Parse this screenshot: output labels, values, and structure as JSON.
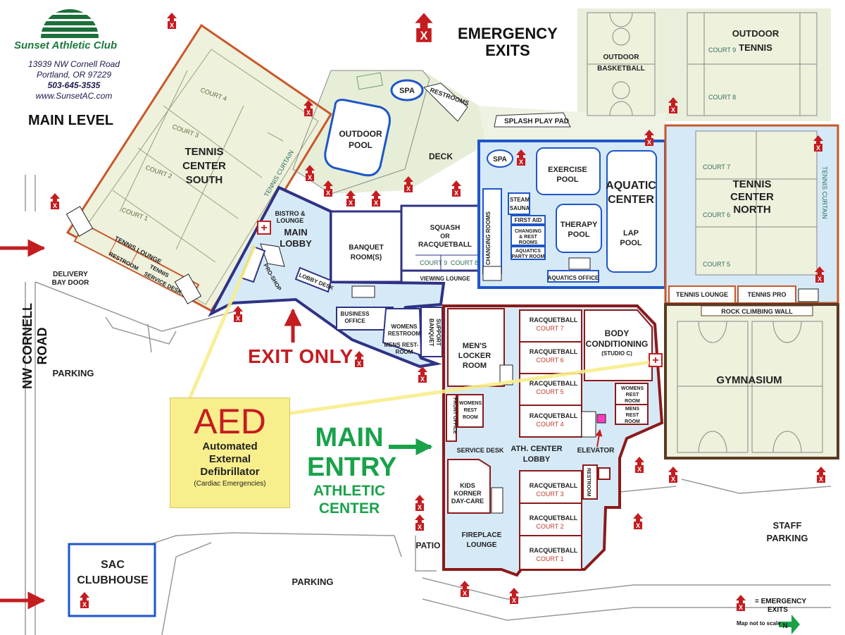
{
  "club": {
    "name": "Sunset Athletic Club",
    "address_line1": "13939 NW Cornell Road",
    "address_line2": "Portland, OR 97229",
    "phone": "503-645-3535",
    "website": "www.SunsetAC.com"
  },
  "level_title": "MAIN LEVEL",
  "legend": {
    "line1": "EMERGENCY",
    "line2": "EXITS",
    "small_line1": "= EMERGENCY",
    "small_line2": "EXITS",
    "scale_note": "Map not to scale",
    "north": "N"
  },
  "aed": {
    "title": "AED",
    "line1": "Automated",
    "line2": "External",
    "line3": "Defibrillator",
    "note": "(Cardiac Emergencies)"
  },
  "labels": {
    "road": "NW CORNELL ROAD",
    "exit_only": "EXIT ONLY",
    "main_entry_1": "MAIN",
    "main_entry_2": "ENTRY",
    "main_entry_3": "ATHLETIC",
    "main_entry_4": "CENTER",
    "delivery_1": "DELIVERY",
    "delivery_2": "BAY DOOR",
    "parking_west": "PARKING",
    "parking_south": "PARKING",
    "staff_parking_1": "STAFF",
    "staff_parking_2": "PARKING",
    "patio": "PATIO",
    "clubhouse_1": "SAC",
    "clubhouse_2": "CLUBHOUSE"
  },
  "rooms": {
    "tennis_south_1": "TENNIS",
    "tennis_south_2": "CENTER",
    "tennis_south_3": "SOUTH",
    "tennis_curtain": "TENNIS CURTAIN",
    "court1": "COURT 1",
    "court2": "COURT 2",
    "court3": "COURT 3",
    "court4": "COURT 4",
    "tennis_lounge": "TENNIS LOUNGE",
    "restroom": "RESTROOM",
    "tennis_service_1": "TENNIS",
    "tennis_service_2": "SERVICE DESK",
    "outdoor_pool_1": "OUTDOOR",
    "outdoor_pool_2": "POOL",
    "spa": "SPA",
    "restrooms": "RESTROOMS",
    "deck": "DECK",
    "splash": "SPLASH PLAY PAD",
    "bistro_1": "BISTRO &",
    "bistro_2": "LOUNGE",
    "main_lobby_1": "MAIN",
    "main_lobby_2": "LOBBY",
    "pro_shop": "PRO-SHOP",
    "lobby_desk": "LOBBY DESK",
    "banquet_1": "BANQUET",
    "banquet_2": "ROOM(S)",
    "squash_1": "SQUASH",
    "squash_2": "OR",
    "squash_3": "RACQUETBALL",
    "court9": "COURT 9",
    "court8": "COURT 8",
    "viewing_lounge": "VIEWING LOUNGE",
    "business_1": "BUSINESS",
    "business_2": "OFFICE",
    "womens_restroom_1": "WOMENS",
    "womens_restroom_2": "RESTROOM",
    "mens_rest_1": "MENS REST-",
    "mens_rest_2": "ROOM",
    "banquet_support_1": "BANQUET",
    "banquet_support_2": "SUPPORT",
    "changing_rooms": "CHANGING ROOMS",
    "spa2": "SPA",
    "steam": "STEAM",
    "sauna": "SAUNA",
    "first_aid": "FIRST AID",
    "changing_1": "CHANGING",
    "changing_2": "& REST",
    "changing_3": "ROOMS",
    "aquatics_party_1": "AQUATICS",
    "aquatics_party_2": "PARTY ROOM",
    "exercise_pool_1": "EXERCISE",
    "exercise_pool_2": "POOL",
    "therapy_pool_1": "THERAPY",
    "therapy_pool_2": "POOL",
    "aquatic_center_1": "AQUATIC",
    "aquatic_center_2": "CENTER",
    "lap_pool_1": "LAP",
    "lap_pool_2": "POOL",
    "aquatics_office": "AQUATICS OFFICE",
    "outdoor_basketball_1": "OUTDOOR",
    "outdoor_basketball_2": "BASKETBALL",
    "outdoor_tennis_1": "OUTDOOR",
    "outdoor_tennis_2": "TENNIS",
    "ot_court9": "COURT 9",
    "ot_court8": "COURT 8",
    "tennis_north_1": "TENNIS",
    "tennis_north_2": "CENTER",
    "tennis_north_3": "NORTH",
    "tn_court7": "COURT 7",
    "tn_court6": "COURT 6",
    "tn_court5": "COURT 5",
    "tennis_curtain_n": "TENNIS CURTAIN",
    "tennis_lounge_n": "TENNIS LOUNGE",
    "tennis_pro": "TENNIS PRO",
    "rock_wall": "ROCK CLIMBING WALL",
    "gym": "GYMNASIUM",
    "mens_locker_1": "MEN'S",
    "mens_locker_2": "LOCKER",
    "mens_locker_3": "ROOM",
    "front_office": "FRONT OFFICE",
    "wr_1": "WOMENS",
    "wr_2": "REST",
    "wr_3": "ROOM",
    "racquetball": "RACQUETBALL",
    "rb_court7": "COURT 7",
    "rb_court6": "COURT 6",
    "rb_court5": "COURT 5",
    "rb_court4": "COURT 4",
    "rb_court3": "COURT 3",
    "rb_court2": "COURT 2",
    "rb_court1": "COURT 1",
    "body_1": "BODY",
    "body_2": "CONDITIONING",
    "body_3": "(STUDIO C)",
    "wr2_1": "WOMENS",
    "wr2_2": "REST",
    "wr2_3": "ROOM",
    "mr2_1": "MENS",
    "mr2_2": "REST",
    "mr2_3": "ROOM",
    "elevator": "ELEVATOR",
    "service_desk": "SERVICE DESK",
    "ath_lobby_1": "ATH. CENTER",
    "ath_lobby_2": "LOBBY",
    "kids_1": "KIDS",
    "kids_2": "KORNER",
    "kids_3": "DAY-CARE",
    "restroom_v": "RESTROOM",
    "fireplace_1": "FIREPLACE",
    "fireplace_2": "LOUNGE"
  },
  "colors": {
    "tennis_orange": "#c8582a",
    "lobby_navy": "#2f3285",
    "aquatic_blue": "#1e56c8",
    "athletic_maroon": "#8b1a1a",
    "gym_brown": "#5a3a22",
    "corridor_blue": "#d6e9f7",
    "court_green": "#eef1dc",
    "exit_red": "#c41d20",
    "entry_green": "#19a24a",
    "aed_yellow": "#f8ee8c"
  }
}
